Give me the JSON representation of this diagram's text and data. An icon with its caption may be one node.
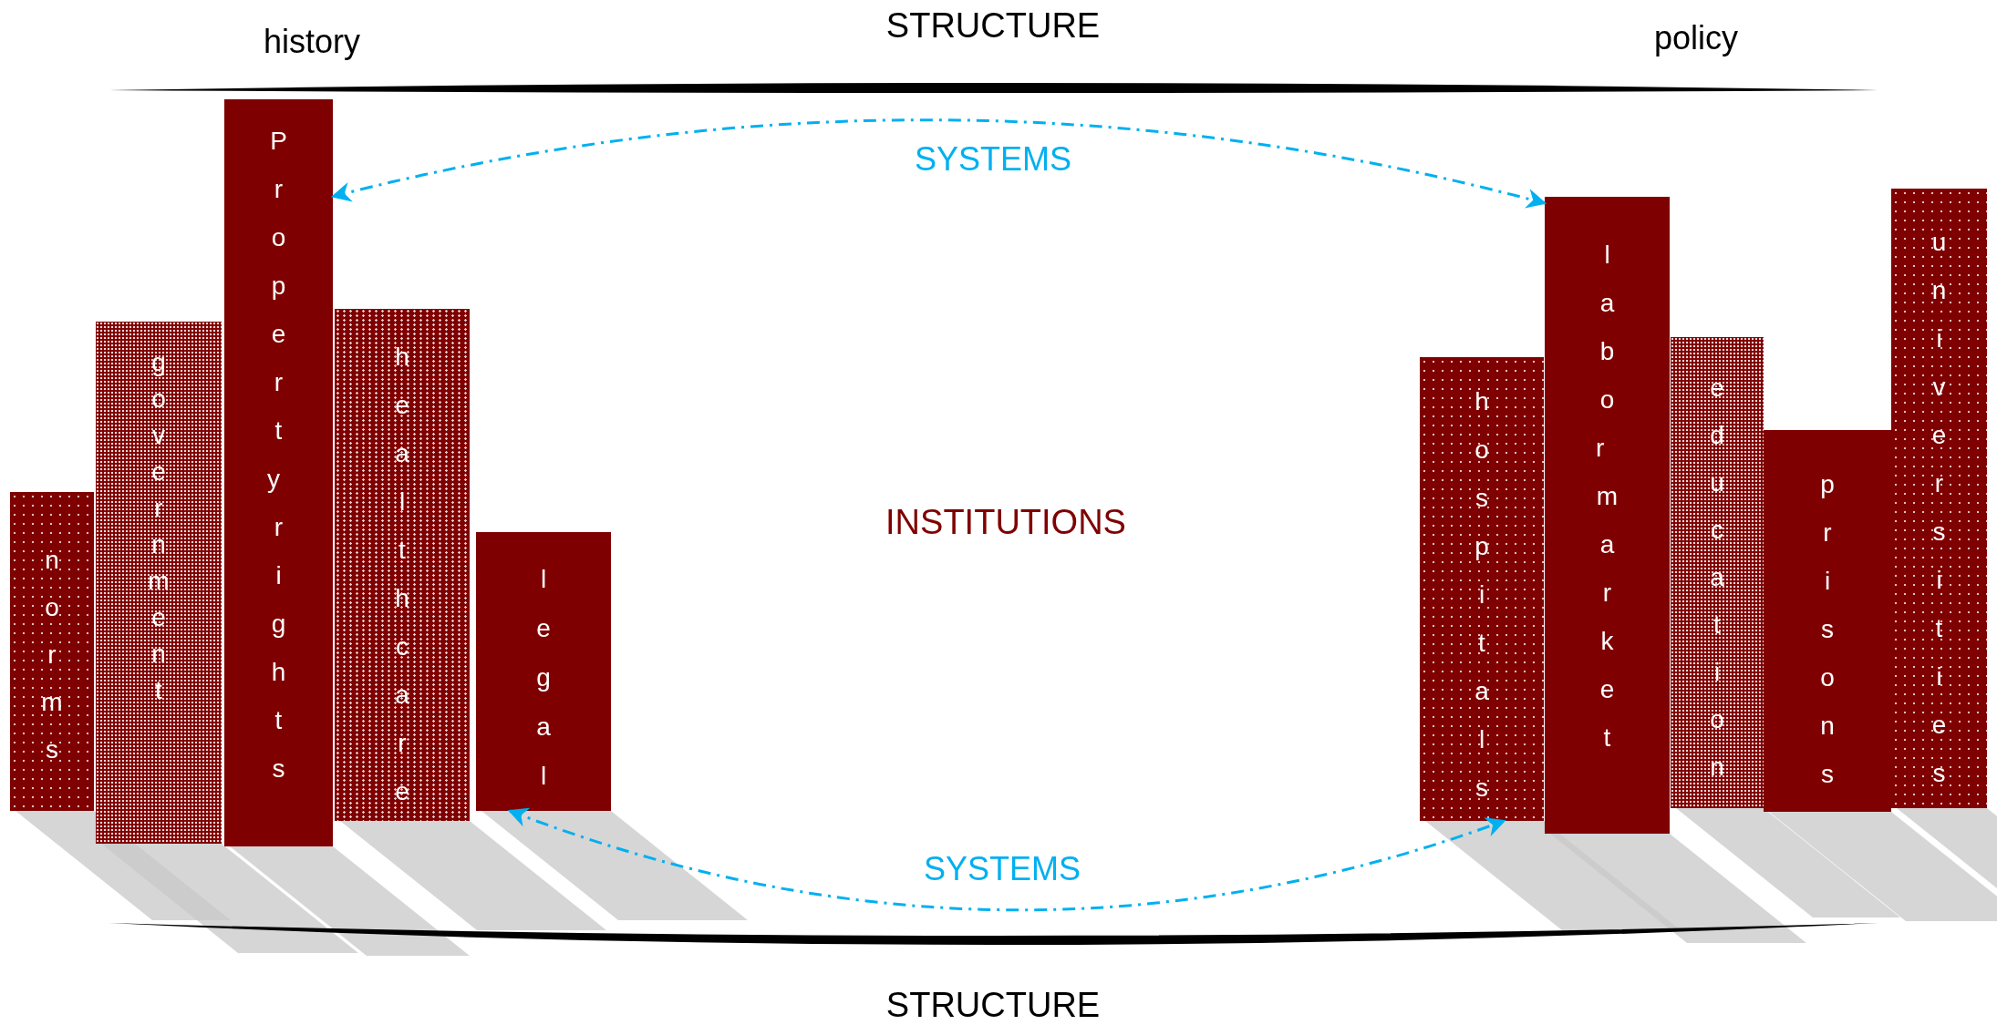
{
  "diagram": {
    "nodes": [
      {
        "text": [
          "norms"
        ]
      },
      {
        "text": [
          "government"
        ]
      },
      {
        "text": [
          "Property rights"
        ]
      },
      {
        "text": [
          "healthcare"
        ]
      },
      {
        "text": [
          "legal"
        ]
      },
      {
        "text": [
          "hospitals"
        ]
      },
      {
        "text": [
          "labor market"
        ]
      },
      {
        "text": [
          "education"
        ]
      },
      {
        "text": [
          "prisons"
        ]
      },
      {
        "text": [
          "universities"
        ]
      }
    ],
    "edges": [
      {
        "from": 2,
        "to": 6,
        "arrow": "both",
        "label": "SYSTEMS",
        "style": "dashed"
      },
      {
        "from": 4,
        "to": 5,
        "arrow": "both",
        "label": "SYSTEMS",
        "style": "dashed"
      }
    ],
    "labels": [
      "history",
      "STRUCTURE",
      "policy",
      "INSTITUTIONS",
      "STRUCTURE"
    ]
  }
}
